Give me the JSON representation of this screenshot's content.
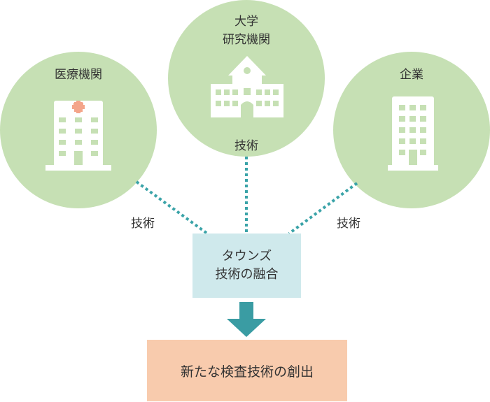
{
  "nodes": {
    "medical": {
      "label": "医療機関"
    },
    "university": {
      "line1": "大学",
      "line2": "研究機関",
      "tech": "技術"
    },
    "company": {
      "label": "企業"
    }
  },
  "edges": {
    "left_label": "技術",
    "right_label": "技術"
  },
  "fusion": {
    "line1": "タウンズ",
    "line2": "技術の融合"
  },
  "result": {
    "label": "新たな検査技術の創出"
  },
  "colors": {
    "circle": "#c6e0b4",
    "fusion_box": "#cfe9ec",
    "result_box": "#f8cbad",
    "dotted_line": "#3aa3a8",
    "arrow": "#3a9ca3",
    "icon": "#ffffff",
    "cross": "#f4a58a"
  }
}
